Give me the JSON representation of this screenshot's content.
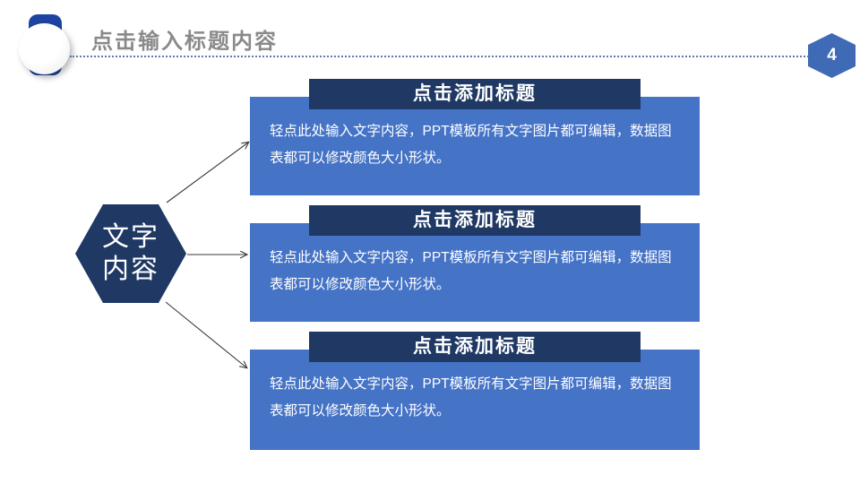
{
  "slide": {
    "header": {
      "title": "点击输入标题内容",
      "page_number": "4"
    },
    "diagram": {
      "hexagon": {
        "line1": "文字",
        "line2": "内容"
      },
      "boxes": [
        {
          "title": "点击添加标题",
          "body": "轻点此处输入文字内容，PPT模板所有文字图片都可编辑，数据图表都可以修改颜色大小形状。"
        },
        {
          "title": "点击添加标题",
          "body": "轻点此处输入文字内容，PPT模板所有文字图片都可编辑，数据图表都可以修改颜色大小形状。"
        },
        {
          "title": "点击添加标题",
          "body": "轻点此处输入文字内容，PPT模板所有文字图片都可编辑，数据图表都可以修改颜色大小形状。"
        }
      ]
    },
    "colors": {
      "box_blue": "#4573C6",
      "dark_navy": "#1F3864",
      "badge_blue": "#3F6AB5",
      "pill_blue": "#1D44A0",
      "title_gray": "#8A8A8A",
      "divider_blue": "#44609F",
      "arrow_gray": "#3A3A3A"
    }
  }
}
